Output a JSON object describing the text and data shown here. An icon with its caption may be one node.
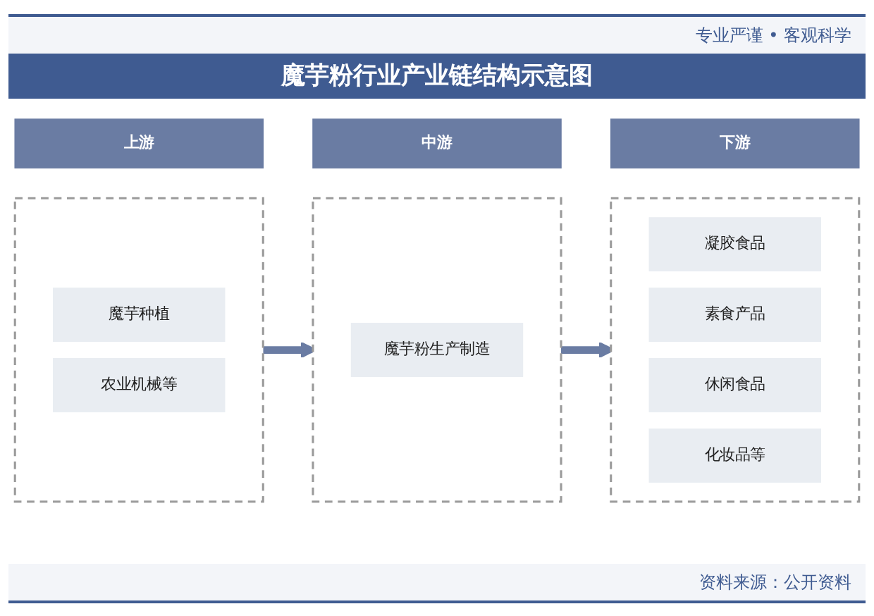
{
  "diagram": {
    "title": "魔芋粉行业产业链结构示意图",
    "nodes": [
      {
        "text": [
          "上游"
        ]
      },
      {
        "text": [],
        "shape": "box"
      },
      {
        "text": [
          "魔芋种植"
        ],
        "in": 1
      },
      {
        "text": [
          "农业机械等"
        ],
        "in": 1
      },
      {
        "text": [
          "中游"
        ]
      },
      {
        "text": [],
        "shape": "box"
      },
      {
        "text": [
          "魔芋粉生产制造"
        ],
        "in": 5
      },
      {
        "text": [
          "下游"
        ]
      },
      {
        "text": [],
        "shape": "box"
      },
      {
        "text": [
          "凝胶食品"
        ],
        "in": 8
      },
      {
        "text": [
          "素食产品"
        ],
        "in": 8
      },
      {
        "text": [
          "休闲食品"
        ],
        "in": 8
      },
      {
        "text": [
          "化妆品等"
        ],
        "in": 8
      }
    ],
    "edges": [
      {
        "from": 1,
        "to": 5,
        "arrow": "to"
      },
      {
        "from": 5,
        "to": 8,
        "arrow": "to"
      }
    ],
    "labels": [
      "专业严谨 • 客观科学",
      "资料来源：公开资料"
    ]
  }
}
